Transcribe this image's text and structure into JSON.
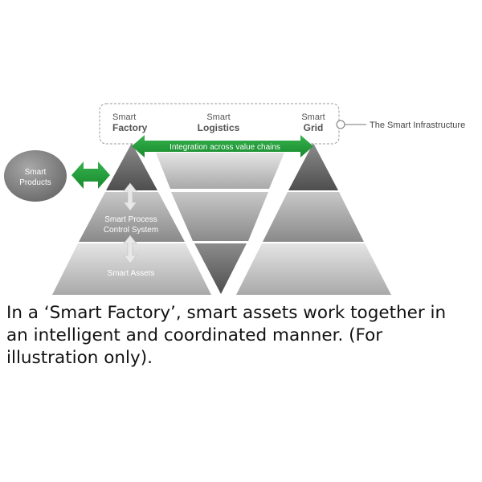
{
  "header": {
    "smart_factory": {
      "line1": "Smart",
      "line2": "Factory"
    },
    "smart_logistics": {
      "line1": "Smart",
      "line2": "Logistics"
    },
    "smart_grid": {
      "line1": "Smart",
      "line2": "Grid"
    },
    "infrastructure_label": "The Smart Infrastructure"
  },
  "integration_label": "Integration across value chains",
  "smart_products": {
    "line1": "Smart",
    "line2": "Products"
  },
  "factory_layers": {
    "process_line1": "Smart Process",
    "process_line2": "Control System",
    "assets": "Smart Assets"
  },
  "colors": {
    "arrow_green": "#1f9a3a",
    "text_gray": "#555555"
  },
  "caption": "In a ‘Smart Factory’, smart assets work together in an intelligent and coordinated manner. (For illustration only)."
}
